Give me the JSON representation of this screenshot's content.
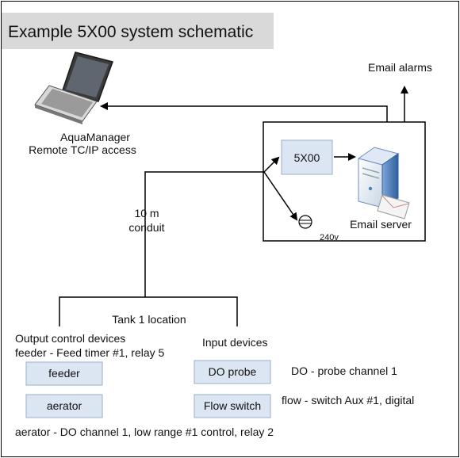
{
  "title": "Example 5X00 system schematic",
  "laptop": {
    "line1": "AquaManager",
    "line2": "Remote TC/IP access"
  },
  "email_alarms": "Email alarms",
  "controller": {
    "label": "5X00"
  },
  "server": {
    "label": "Email server"
  },
  "power": {
    "label": "240v"
  },
  "conduit": {
    "line1": "10 m",
    "line2": "conduit"
  },
  "tank": {
    "label": "Tank 1 location"
  },
  "output_devices": {
    "heading": "Output control devices",
    "feeder_note": "feeder - Feed timer #1, relay 5",
    "feeder_label": "feeder",
    "aerator_label": "aerator",
    "aerator_note": "aerator - DO channel 1, low range #1 control, relay 2"
  },
  "input_devices": {
    "heading": "Input devices",
    "do_probe_label": "DO probe",
    "do_probe_note": "DO - probe channel 1",
    "flow_switch_label": "Flow switch",
    "flow_switch_note": "flow - switch Aux #1, digital"
  },
  "colors": {
    "title_bg": "#d9d9d9",
    "device_box_fill": "#dce6f2",
    "device_box_stroke": "#9aaec8",
    "line": "#000000"
  }
}
